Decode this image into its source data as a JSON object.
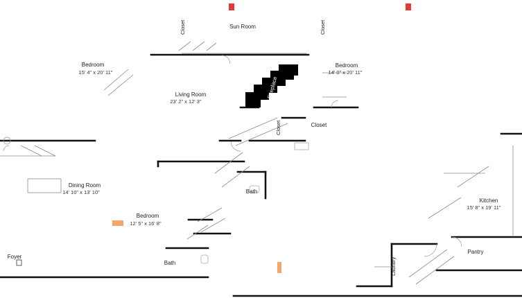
{
  "plan": {
    "rooms": {
      "sun_room": "Sun Room",
      "bedroom_nw": "Bedroom",
      "bedroom_nw_dim": "15' 4\" x 20' 11\"",
      "bedroom_ne": "Bedroom",
      "bedroom_ne_dim": "14' 0\" x 20' 11\"",
      "living_room": "Living Room",
      "living_room_dim": "23' 2\" x 12' 3\"",
      "fireplace": "Fireplace",
      "closet_top_left": "Closet",
      "closet_top_right": "Closet",
      "closet_mid": "Closet",
      "closet_right": "Closet",
      "dining_room": "Dining Room",
      "dining_room_dim": "14' 10\" x 13' 10\"",
      "bedroom_sw": "Bedroom",
      "bedroom_sw_dim": "12' 5\" x 16' 8\"",
      "bath_center": "Bath",
      "bath_lower": "Bath",
      "foyer": "Foyer",
      "kitchen": "Kitchen",
      "kitchen_dim": "15' 8\" x 19' 11\"",
      "pantry": "Pantry",
      "laundry": "Laundry"
    },
    "marker_color": "#f5a66a",
    "alert_color": "#e53935"
  }
}
